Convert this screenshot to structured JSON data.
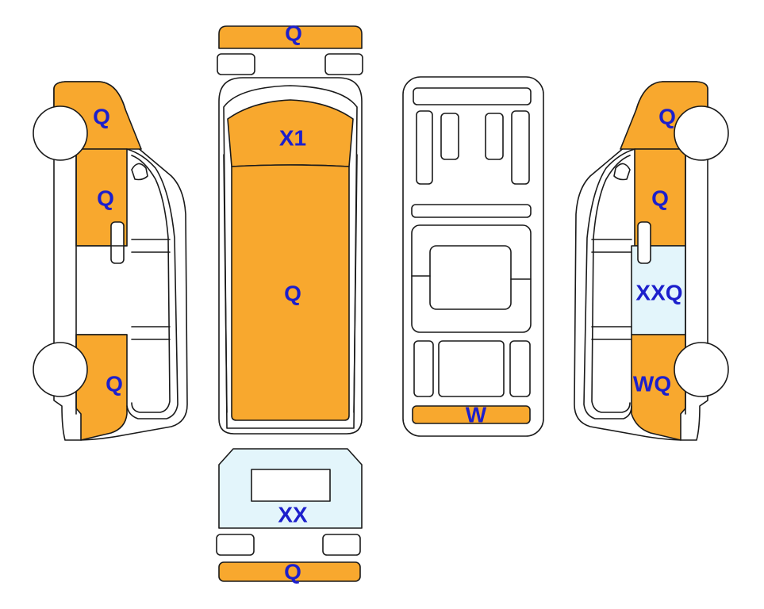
{
  "colors": {
    "paint": "#F8A82E",
    "light_blue": "#E3F5FB",
    "outline": "#1A1A1A",
    "label": "#1C1FCC",
    "background": "#FFFFFF"
  },
  "zones": {
    "front_bumper": {
      "code": "Q",
      "fill": "paint"
    },
    "hood": {
      "code": "X1",
      "fill": "paint"
    },
    "roof": {
      "code": "Q",
      "fill": "paint"
    },
    "underbody_rear": {
      "code": "W",
      "fill": "paint"
    },
    "rear_door": {
      "code": "XX",
      "fill": "light_blue"
    },
    "rear_bumper": {
      "code": "Q",
      "fill": "paint"
    },
    "left_front_fender": {
      "code": "Q",
      "fill": "paint"
    },
    "left_front_door": {
      "code": "Q",
      "fill": "paint"
    },
    "left_rear_quarter": {
      "code": "Q",
      "fill": "paint"
    },
    "right_front_fender": {
      "code": "Q",
      "fill": "paint"
    },
    "right_front_door": {
      "code": "Q",
      "fill": "paint"
    },
    "right_sliding_door": {
      "code": "XXQ",
      "fill": "light_blue"
    },
    "right_rear_quarter": {
      "code": "WQ",
      "fill": "paint"
    }
  }
}
